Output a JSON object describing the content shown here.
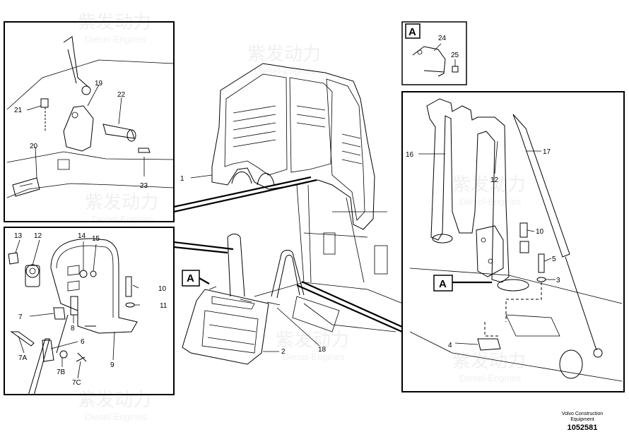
{
  "watermark": {
    "brand_cn": "紫发动力",
    "brand_en": "Diesel-Engines"
  },
  "footer": {
    "line1": "Volvo Construction",
    "line2": "Equipment",
    "drawing_number": "1052581"
  },
  "view_marker": "A",
  "callouts": {
    "c1": "1",
    "c2": "2",
    "c3": "3",
    "c4": "4",
    "c5": "5",
    "c6": "6",
    "c7": "7",
    "c7a": "7A",
    "c7b": "7B",
    "c7c": "7C",
    "c8": "8",
    "c9": "9",
    "c10a": "10",
    "c10b": "10",
    "c11": "11",
    "c12a": "12",
    "c12b": "12",
    "c13": "13",
    "c14": "14",
    "c15": "15",
    "c16": "16",
    "c17": "17",
    "c18": "18",
    "c19": "19",
    "c20": "20",
    "c21": "21",
    "c22": "22",
    "c23": "23",
    "c24": "24",
    "c25": "25"
  }
}
